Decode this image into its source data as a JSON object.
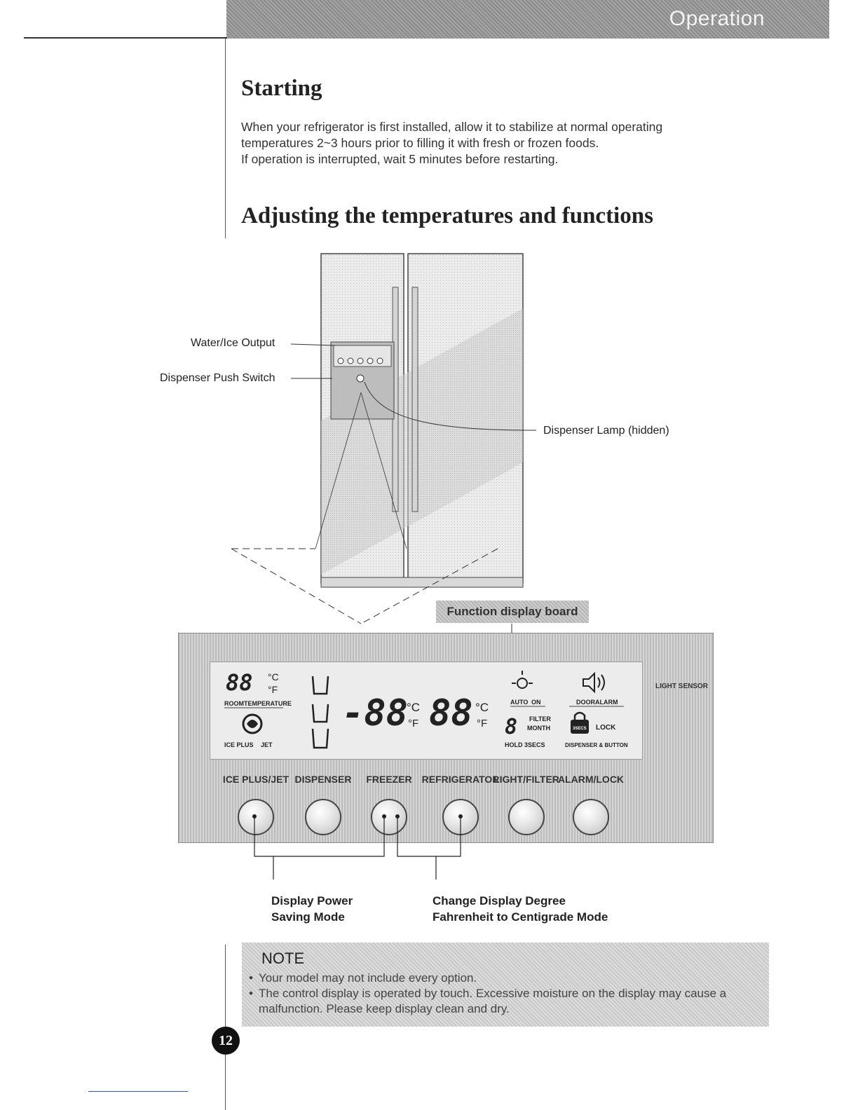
{
  "header": {
    "section": "Operation"
  },
  "starting": {
    "title": "Starting",
    "lines": [
      "When your refrigerator is first installed, allow it to stabilize at normal operating",
      "temperatures 2~3 hours prior to filling it with fresh or frozen foods.",
      "If operation is interrupted, wait 5 minutes before restarting."
    ]
  },
  "adjusting": {
    "title": "Adjusting the temperatures and functions"
  },
  "callouts": {
    "water_ice_output": "Water/Ice Output",
    "dispenser_push_switch": "Dispenser Push Switch",
    "dispenser_lamp": "Dispenser Lamp (hidden)",
    "function_display_board": "Function display board"
  },
  "display": {
    "room_temp_digits": "88",
    "room_temp_label": "ROOMTEMPERATURE",
    "ice_plus_label": "ICE PLUS",
    "jet_label": "JET",
    "freezer_digits": "-88",
    "fridge_digits": "88",
    "unit_c": "°C",
    "unit_f": "°F",
    "auto_label": "AUTO",
    "on_label": "ON",
    "filter_digit": "8",
    "filter_label": "FILTER",
    "month_label": "MONTH",
    "hold_label": "HOLD 3SECS",
    "door_alarm_label": "DOORALARM",
    "lock_label": "LOCK",
    "lock_icon_text": "3SECS",
    "dispenser_button_label": "DISPENSER & BUTTON",
    "light_sensor": "LIGHT SENSOR"
  },
  "buttons": [
    {
      "label": "ICE PLUS/JET"
    },
    {
      "label": "DISPENSER"
    },
    {
      "label": "FREEZER"
    },
    {
      "label": "REFRIGERATOR"
    },
    {
      "label": "LIGHT/FILTER"
    },
    {
      "label": "ALARM/LOCK"
    }
  ],
  "modes": {
    "power_saving_line1": "Display Power",
    "power_saving_line2": "Saving Mode",
    "degree_line1": "Change Display Degree",
    "degree_line2": "Fahrenheit to Centigrade Mode"
  },
  "note": {
    "title": "NOTE",
    "items": [
      "Your model may not include every option.",
      "The control display is operated by touch. Excessive moisture on the display may cause a malfunction. Please keep display clean and dry."
    ]
  },
  "page_number": "12"
}
